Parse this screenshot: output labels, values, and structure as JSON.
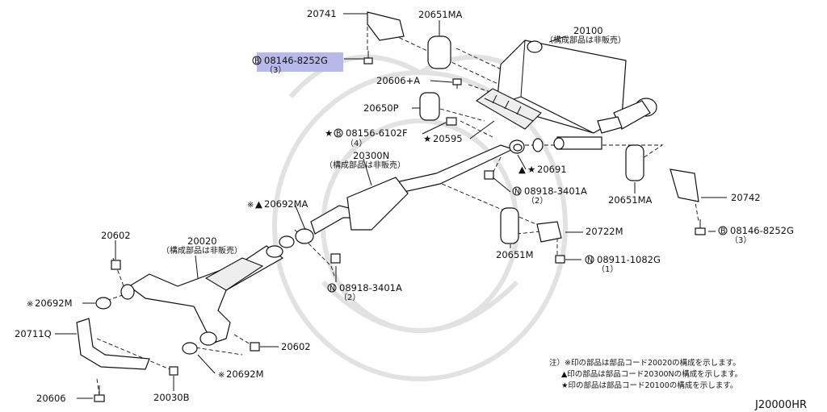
{
  "diagram": {
    "code": "J20000HR",
    "highlight_color": "#b7b9e8",
    "labels": {
      "p20741": "20741",
      "p20651MA_top": "20651MA",
      "p20100": "20100",
      "p20100_note": "（構成部品は非販売）",
      "bolt_top": "08146-8252G",
      "bolt_top_qty": "（3）",
      "p20606A": "20606+A",
      "p20650P": "20650P",
      "bolt_6102": "08156-6102F",
      "bolt_6102_qty": "（4）",
      "p20595": "20595",
      "p20300N": "20300N",
      "p20300N_note": "（構成部品は非販売）",
      "p20691": "20691",
      "nut_3401_a": "08918-3401A",
      "nut_3401_a_qty": "（2）",
      "p20651MA_right": "20651MA",
      "p20742": "20742",
      "p20692MA": "20692MA",
      "bolt_right": "08146-8252G",
      "bolt_right_qty": "（3）",
      "p20602_top": "20602",
      "p20020": "20020",
      "p20020_note": "（構成部品は非販売）",
      "p20722M": "20722M",
      "p20651M": "20651M",
      "nut_1082": "08911-1082G",
      "nut_1082_qty": "（1）",
      "nut_3401_b": "08918-3401A",
      "nut_3401_b_qty": "（2）",
      "p20692M_left": "20692M",
      "p20711Q": "20711Q",
      "p20602_bottom": "20602",
      "p20692M_bottom": "20692M",
      "p20030B": "20030B",
      "p20606": "20606"
    },
    "symbols": {
      "star": "★",
      "triangle": "▲",
      "ref_star": "※",
      "bolt_mark": "B",
      "nut_mark": "N"
    },
    "notes": {
      "note1": "注）※印の部品は部品コード20020の構成を示します。",
      "note2": "▲印の部品は部品コード20300Nの構成を示します。",
      "note3": "★印の部品は部品コード20100の構成を示します。"
    }
  }
}
